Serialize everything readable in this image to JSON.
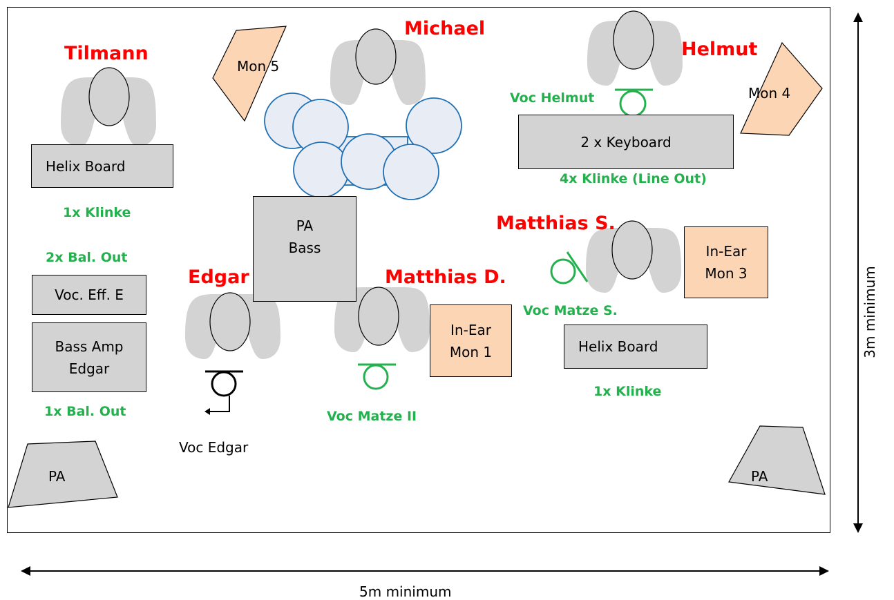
{
  "musicians": {
    "tilmann": "Tilmann",
    "michael": "Michael",
    "helmut": "Helmut",
    "edgar": "Edgar",
    "matthias_d": "Matthias D.",
    "matthias_s": "Matthias S."
  },
  "equipment": {
    "helix_left": "Helix Board",
    "helix_right": "Helix Board",
    "keyboard": "2 x Keyboard",
    "pa_bass_1": "PA",
    "pa_bass_2": "Bass",
    "voc_eff": "Voc. Eff. E",
    "bass_amp_1": "Bass Amp",
    "bass_amp_2": "Edgar",
    "inear1_1": "In-Ear",
    "inear1_2": "Mon 1",
    "inear3_1": "In-Ear",
    "inear3_2": "Mon 3",
    "mon5": "Mon 5",
    "mon4": "Mon 4",
    "pa_left": "PA",
    "pa_right": "PA"
  },
  "connections": {
    "klinke_left": "1x Klinke",
    "bal_out_2": "2x Bal. Out",
    "bal_out_1": "1x Bal. Out",
    "keyboard_out": "4x Klinke (Line Out)",
    "klinke_right": "1x Klinke"
  },
  "vocals": {
    "helmut": "Voc  Helmut",
    "matze_s": "Voc  Matze S.",
    "matze_ii": "Voc  Matze II",
    "edgar": "Voc  Edgar"
  },
  "dimensions": {
    "width": "5m   minimum",
    "height": "3m    minimum"
  },
  "colors": {
    "names": "#ff0000",
    "connections": "#22b14c",
    "equipment": "#d3d3d3",
    "monitors": "#fcd5b5",
    "drums": "#1f6fb5"
  }
}
